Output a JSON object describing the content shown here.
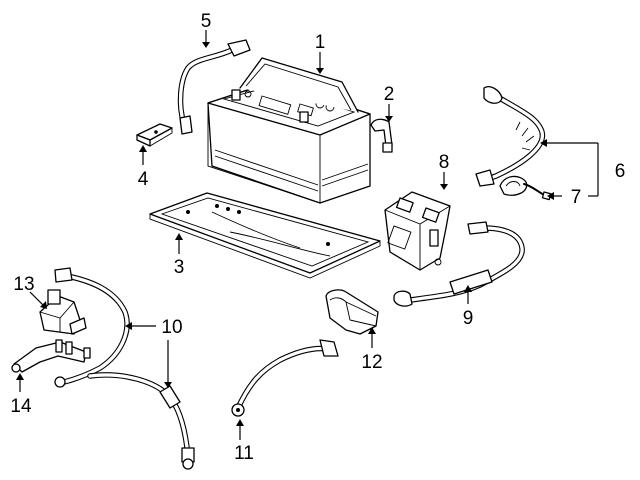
{
  "colors": {
    "ink": "#000000",
    "background": "#ffffff"
  },
  "callouts": {
    "c1": "1",
    "c2": "2",
    "c3": "3",
    "c4": "4",
    "c5": "5",
    "c6": "6",
    "c7": "7",
    "c8": "8",
    "c9": "9",
    "c10": "10",
    "c11": "11",
    "c12": "12",
    "c13": "13",
    "c14": "14"
  },
  "parts": [
    {
      "callout": "1",
      "part": "battery"
    },
    {
      "callout": "2",
      "part": "vent-elbow"
    },
    {
      "callout": "3",
      "part": "battery-tray"
    },
    {
      "callout": "4",
      "part": "hold-down-clamp"
    },
    {
      "callout": "5",
      "part": "ground-strap"
    },
    {
      "callout": "6",
      "part": "harness-cable"
    },
    {
      "callout": "7",
      "part": "sensor-lead"
    },
    {
      "callout": "8",
      "part": "fuse-block"
    },
    {
      "callout": "9",
      "part": "positive-cable"
    },
    {
      "callout": "10",
      "part": "cable-assembly"
    },
    {
      "callout": "11",
      "part": "negative-cable"
    },
    {
      "callout": "12",
      "part": "cable-cover"
    },
    {
      "callout": "13",
      "part": "junction-block"
    },
    {
      "callout": "14",
      "part": "bracket"
    }
  ]
}
